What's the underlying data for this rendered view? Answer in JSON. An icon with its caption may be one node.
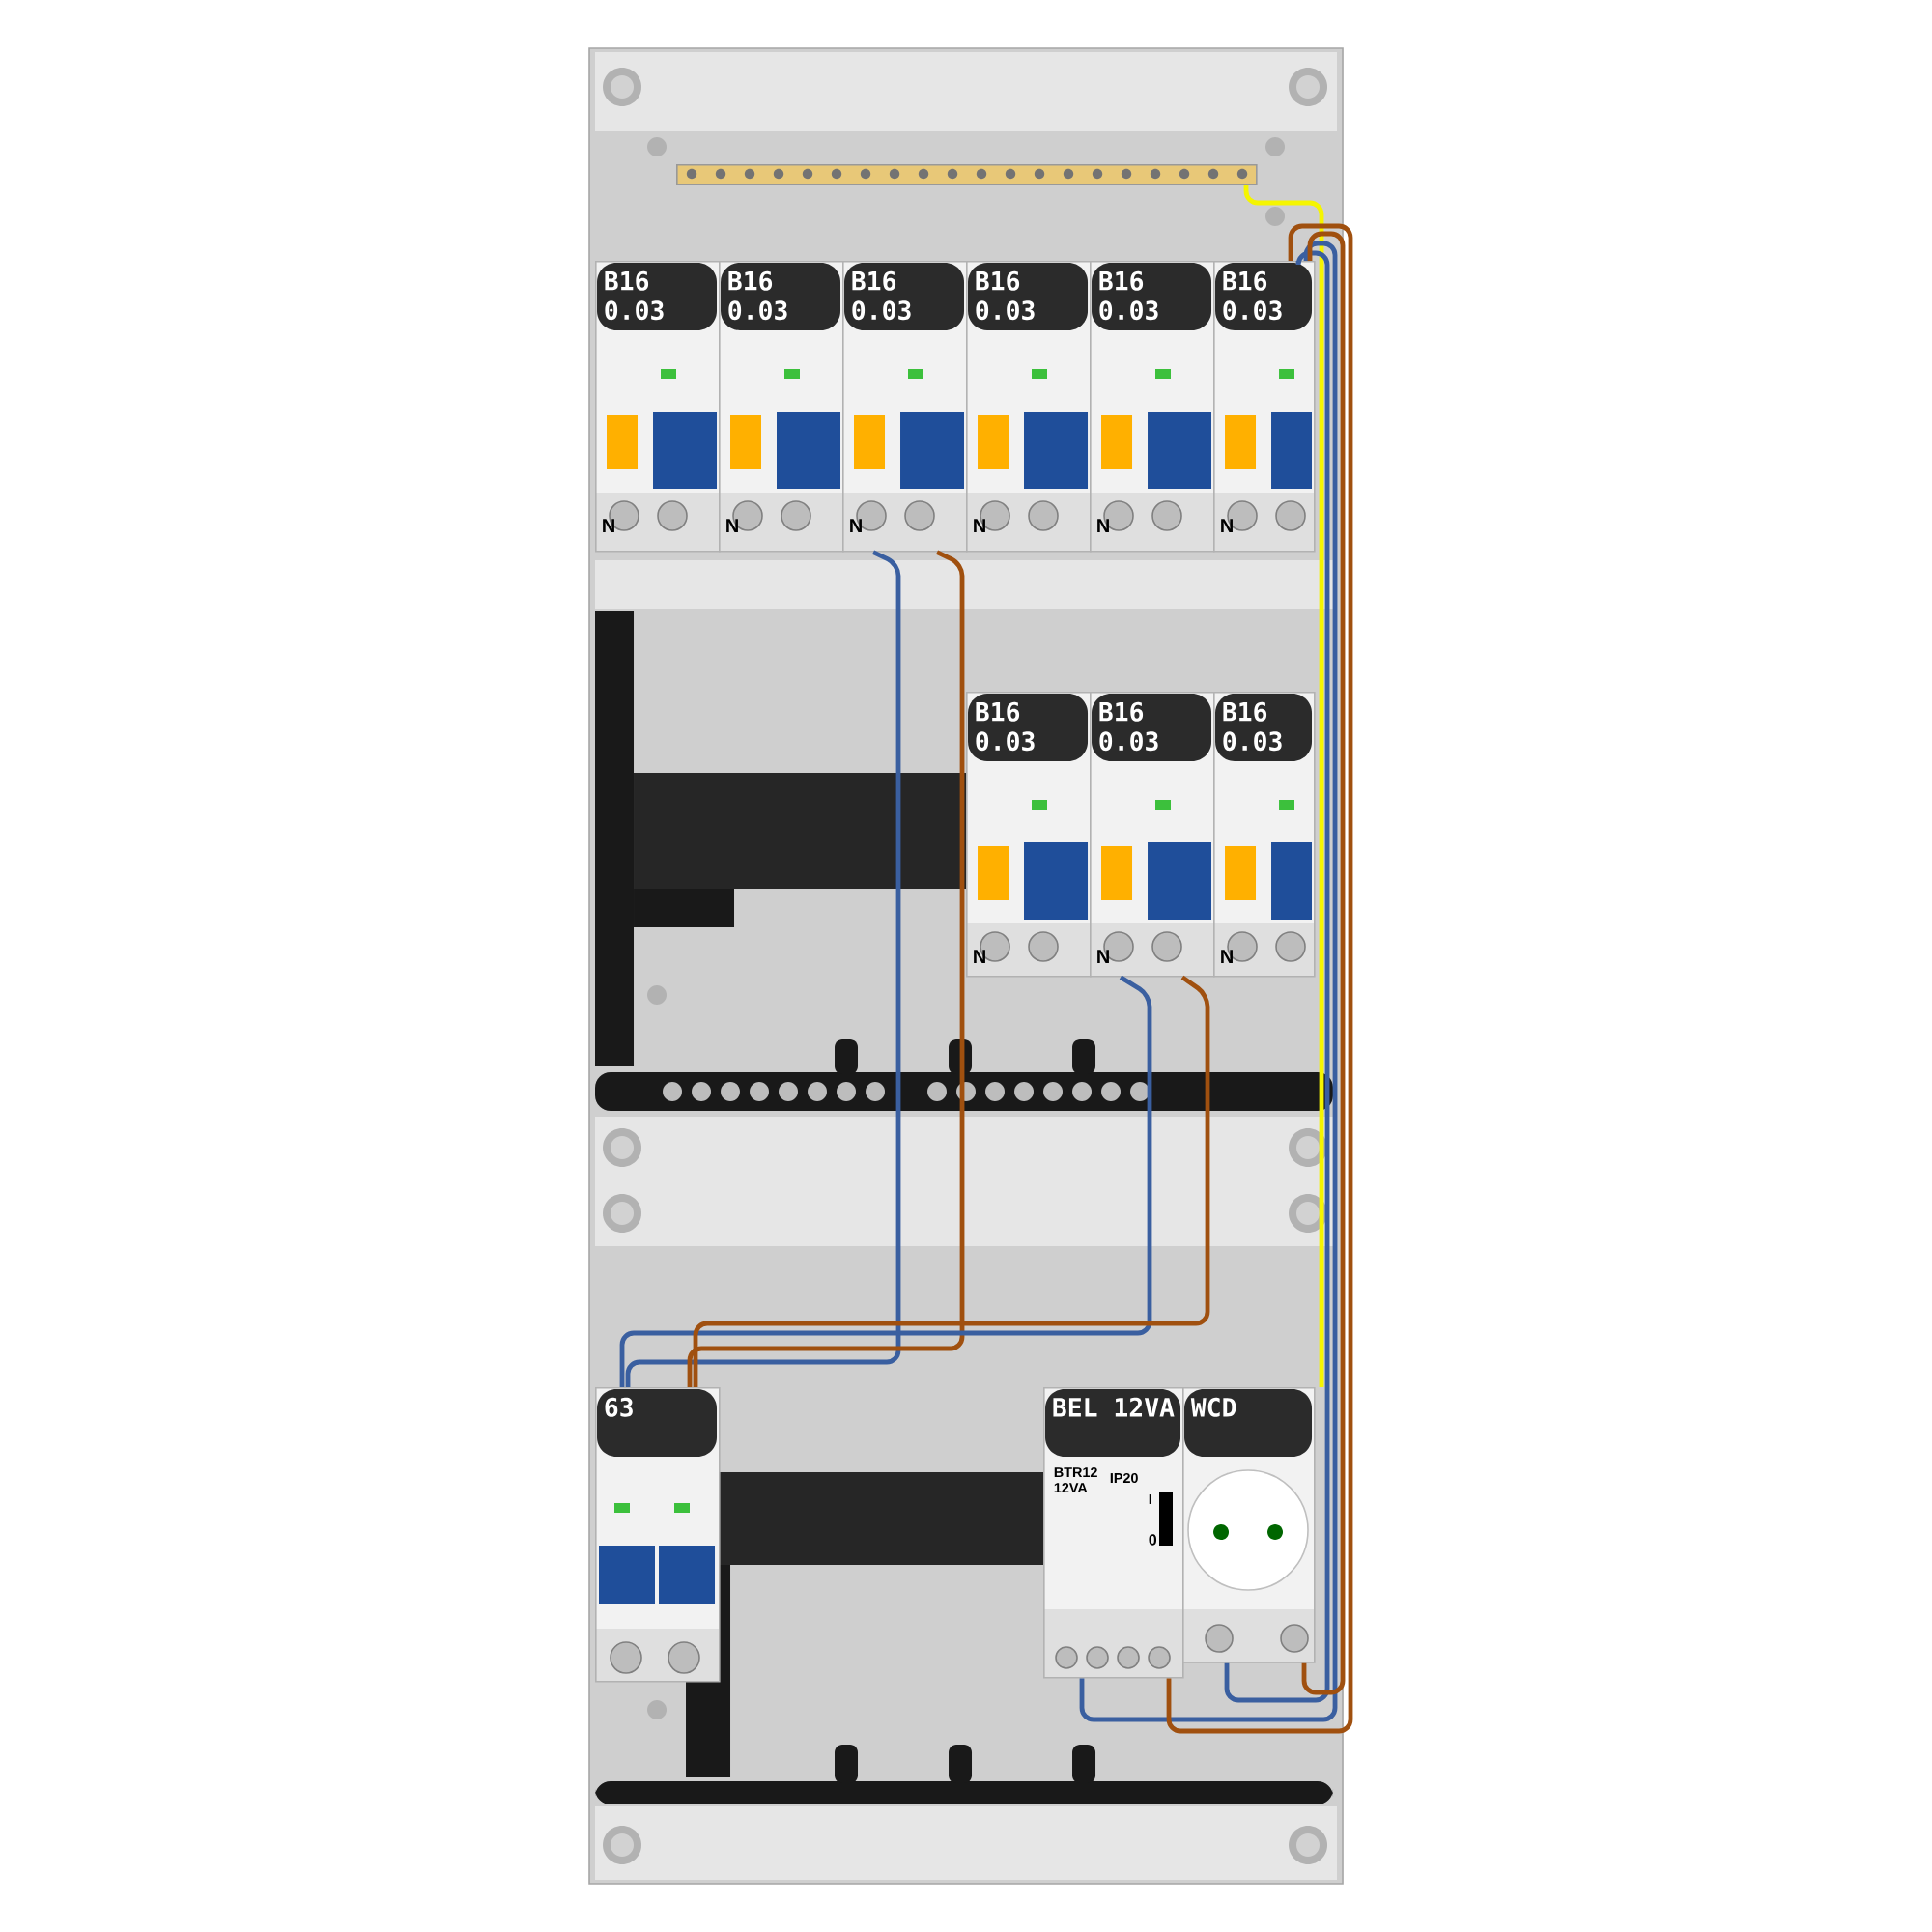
{
  "diagram": {
    "nodes": [
      {
        "text": [],
        "shape": "bar"
      },
      {
        "text": [
          "B16 0.03"
        ]
      },
      {
        "text": [
          "B16 0.03"
        ]
      },
      {
        "text": [
          "B16 0.03"
        ]
      },
      {
        "text": [
          "B16 0.03"
        ]
      },
      {
        "text": [
          "B16 0.03"
        ]
      },
      {
        "text": [
          "B16 0.03"
        ]
      },
      {
        "text": [
          "B16 0.03"
        ]
      },
      {
        "text": [
          "B16 0.03"
        ]
      },
      {
        "text": [
          "B16 0.03"
        ]
      },
      {
        "text": [
          "63"
        ]
      },
      {
        "text": [
          "BEL 12VA"
        ]
      },
      {
        "text": [
          "WCD"
        ]
      }
    ],
    "edges": [
      {
        "from": 0,
        "to": 12,
        "arrow": "none",
        "color": "#f5f500"
      },
      {
        "from": 10,
        "to": 3,
        "arrow": "none",
        "color": "#3a5fa0"
      },
      {
        "from": 10,
        "to": 3,
        "arrow": "none",
        "color": "#a0500f"
      },
      {
        "from": 10,
        "to": 8,
        "arrow": "none",
        "color": "#3a5fa0"
      },
      {
        "from": 10,
        "to": 8,
        "arrow": "none",
        "color": "#a0500f"
      },
      {
        "from": 11,
        "to": 6,
        "arrow": "none",
        "color": "#3a5fa0"
      },
      {
        "from": 12,
        "to": 6,
        "arrow": "none",
        "color": "#3a5fa0"
      },
      {
        "from": 11,
        "to": 6,
        "arrow": "none",
        "color": "#a0500f"
      },
      {
        "from": 12,
        "to": 6,
        "arrow": "none",
        "color": "#a0500f"
      }
    ],
    "labels": [
      "N",
      "N",
      "N",
      "N",
      "N",
      "N",
      "N",
      "N",
      "N",
      "BTR12",
      "12VA",
      "IP20",
      "I",
      "0"
    ]
  }
}
